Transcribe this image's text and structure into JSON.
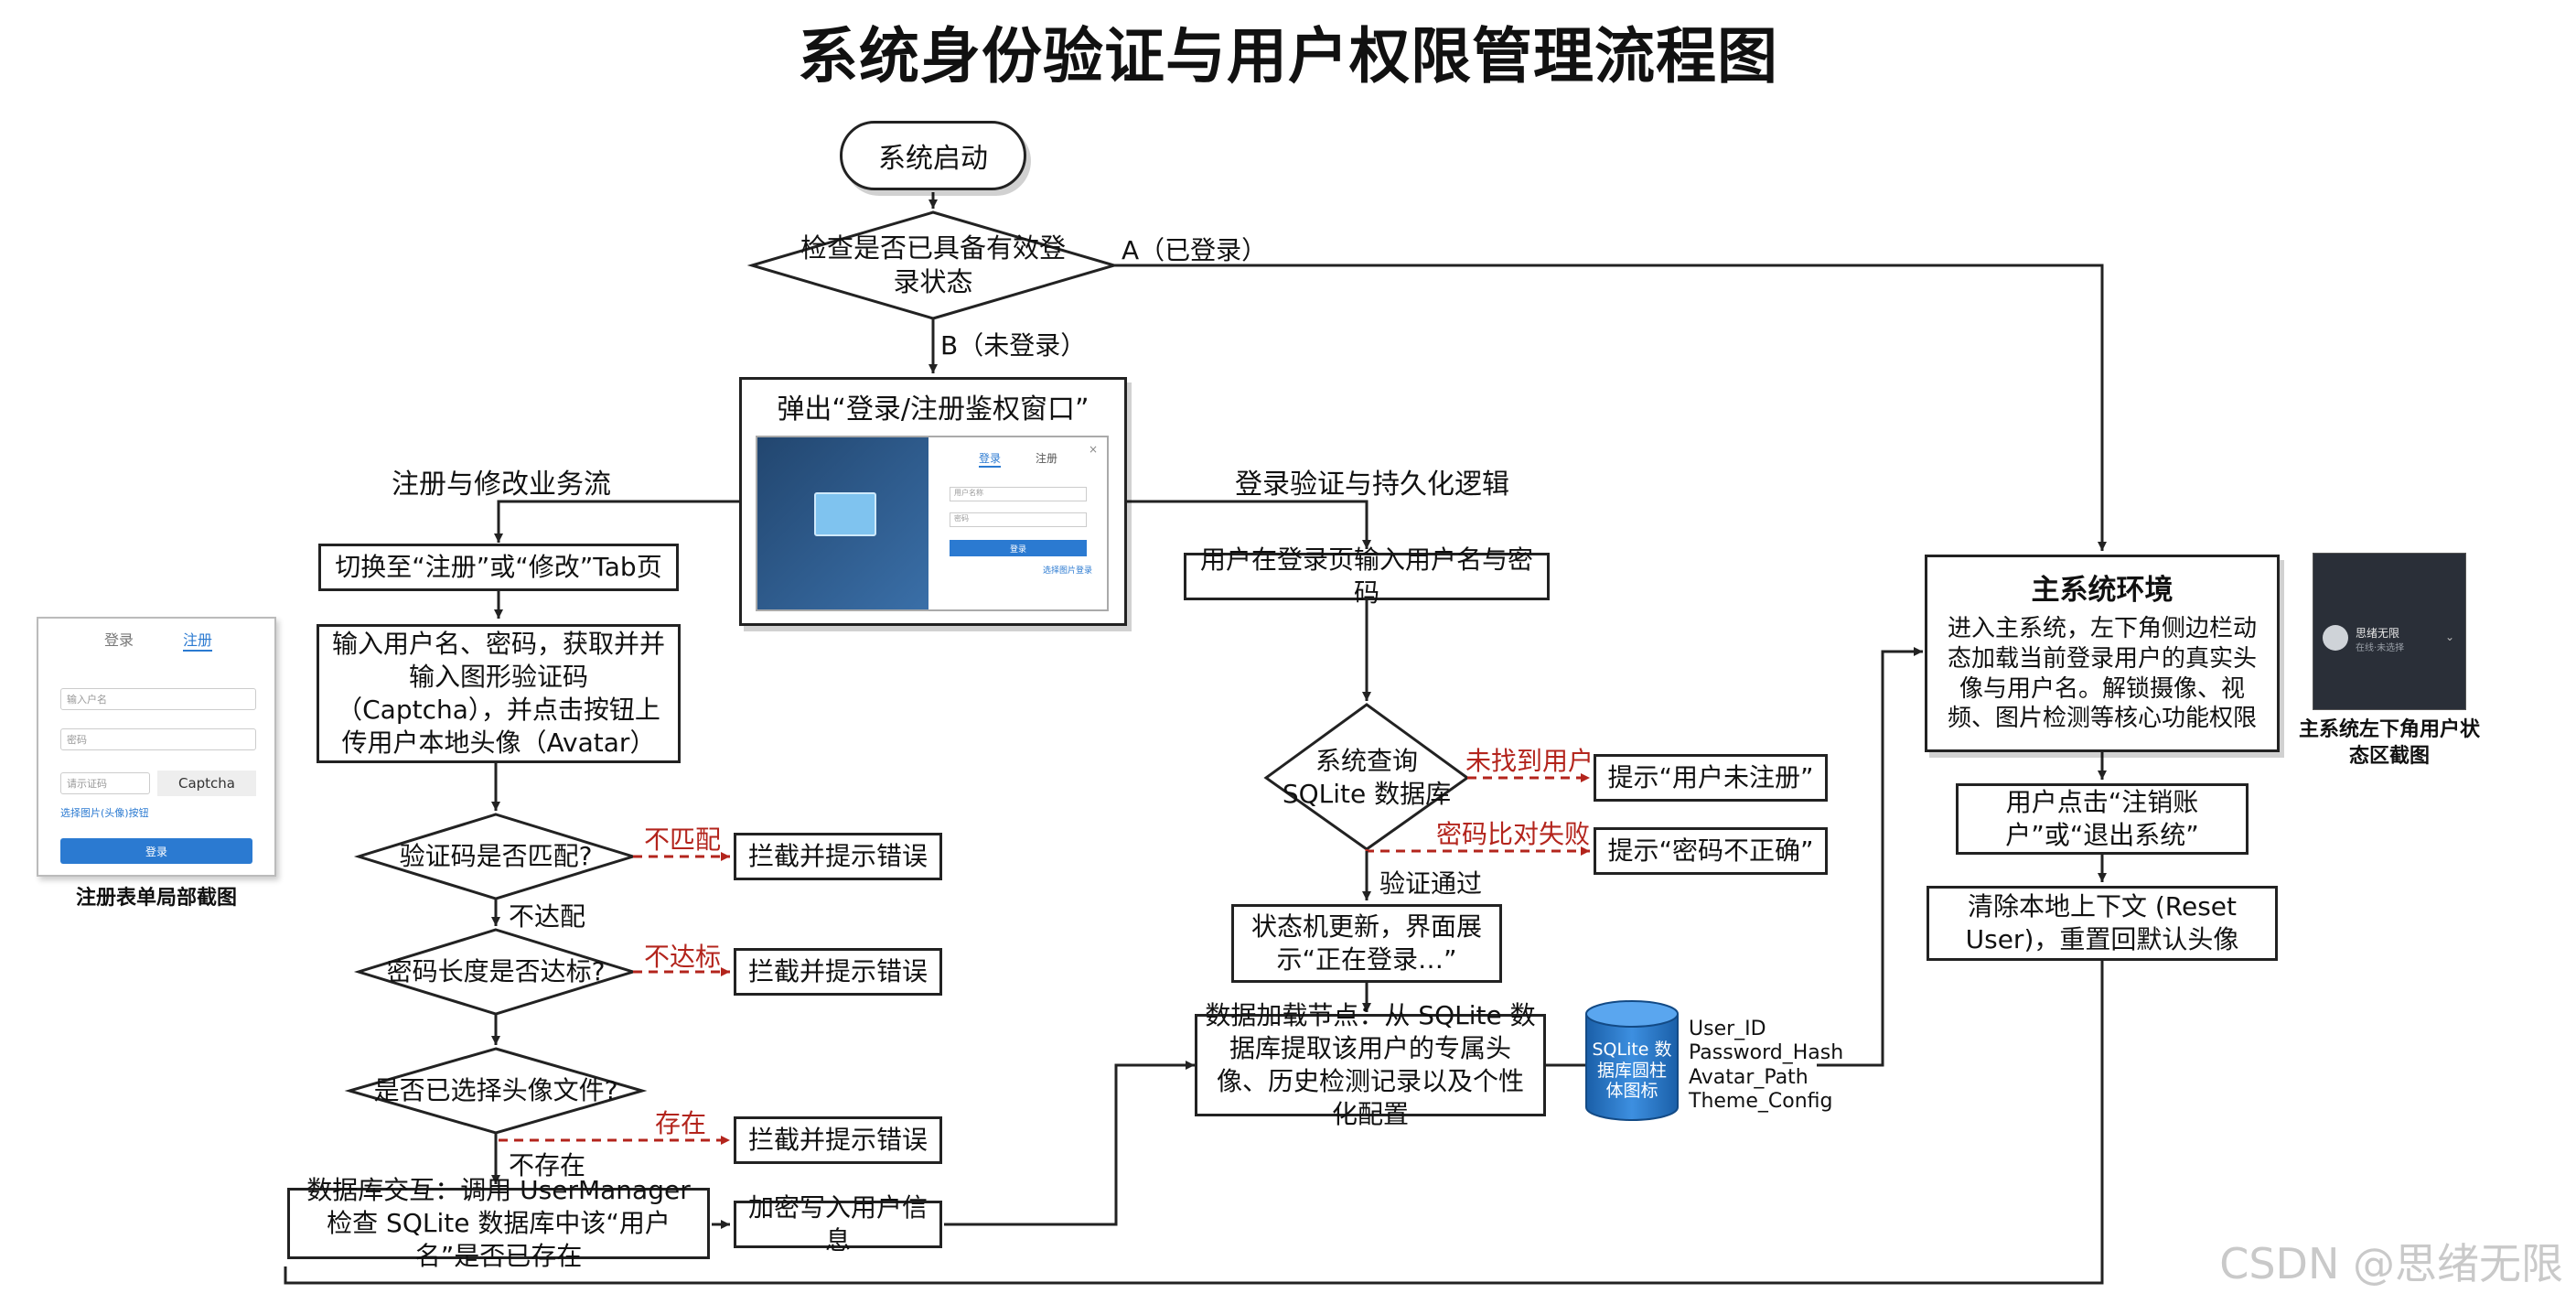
{
  "title": "系统身份验证与用户权限管理流程图",
  "nodes": {
    "start": "系统启动",
    "check_login": "检查是否已具备有效登录状态",
    "popup": "弹出“登录/注册鉴权窗口”",
    "switch_tab": "切换至“注册”或“修改”Tab页",
    "input_register": "输入用户名、密码，获取并并输入图形验证码（Captcha），并点击按钮上传用户本地头像（Avatar）",
    "captcha_check": "验证码是否匹配?",
    "pwd_len_check": "密码长度是否达标?",
    "avatar_check": "是否已选择头像文件?",
    "intercept_1": "拦截并提示错误",
    "intercept_2": "拦截并提示错误",
    "intercept_3": "拦截并提示错误",
    "db_interact": "数据库交互：调用 UserManager 检查 SQLite 数据库中该“用户名”是否已存在",
    "encrypt_write": "加密写入用户信息",
    "login_input": "用户在登录页输入用户名与密码",
    "query_db": "系统查询 SQLite 数据库",
    "hint_no_user": "提示“用户未注册”",
    "hint_wrong_pwd": "提示“密码不正确”",
    "state_update": "状态机更新，界面展示“正在登录…”",
    "load_data": "数据加载节点：从 SQLite 数据库提取该用户的专属头像、历史检测记录以及个性化配置",
    "db_cylinder": "SQLite 数据库圆柱体图标",
    "main_env_title": "主系统环境",
    "main_env_body": "进入主系统，左下角侧边栏动态加载当前登录用户的真实头像与用户名。解锁摄像、视频、图片检测等核心功能权限",
    "logout": "用户点击“注销账户”或“退出系统”",
    "reset": "清除本地上下文 (Reset User)，重置回默认头像"
  },
  "labels": {
    "a_logged_in": "A（已登录）",
    "b_not_logged_in": "B（未登录）",
    "not_match": "不匹配",
    "not_match_down": "不达配",
    "not_reach": "不达标",
    "exists": "存在",
    "not_exists": "不存在",
    "user_not_found": "未找到用户",
    "pwd_fail": "密码比对失败",
    "verify_pass": "验证通过"
  },
  "sections": {
    "register_flow": "注册与修改业务流",
    "login_flow": "登录验证与持久化逻辑"
  },
  "db_fields": [
    "User_ID",
    "Password_Hash",
    "Avatar_Path",
    "Theme_Config"
  ],
  "captions": {
    "form_shot": "注册表单局部截图",
    "status_shot": "主系统左下角用户状态区截图"
  },
  "form_shot": {
    "tab_login": "登录",
    "tab_register": "注册",
    "username_ph": "输入户名",
    "password_ph": "密码",
    "captcha_ph": "请示证码",
    "captcha_img": "Captcha",
    "upload": "选择图片(头像)按钮",
    "submit": "登录"
  },
  "popup_shot": {
    "tab_login": "登录",
    "tab_register": "注册",
    "username_ph": "用户名称",
    "password_ph": "密码",
    "submit": "登录",
    "link": "选择图片登录"
  },
  "status_shot": {
    "username": "思绪无限",
    "state": "在线·未选择"
  },
  "watermark": "CSDN @思绪无限",
  "colors": {
    "line": "#222222",
    "error_line": "#b3241c",
    "db_blue": "#1d6fc2"
  }
}
